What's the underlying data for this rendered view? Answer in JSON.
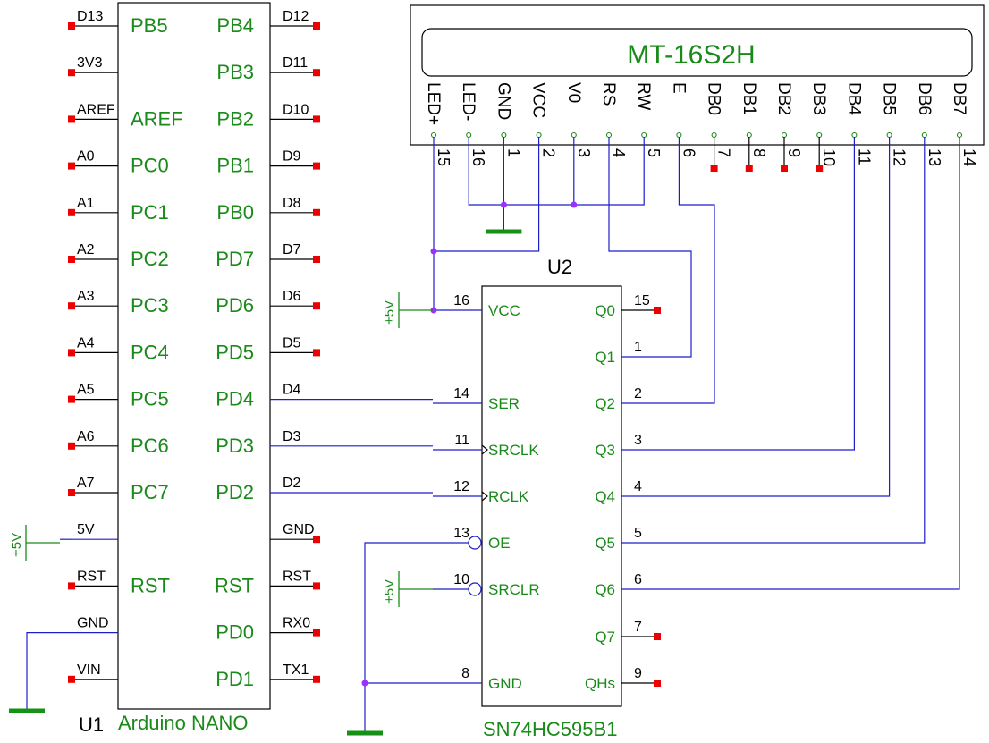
{
  "u1": {
    "ref": "U1",
    "value": "Arduino NANO",
    "left_pins": [
      {
        "net": "D13",
        "label": "PB5"
      },
      {
        "net": "3V3",
        "label": ""
      },
      {
        "net": "AREF",
        "label": "AREF"
      },
      {
        "net": "A0",
        "label": "PC0"
      },
      {
        "net": "A1",
        "label": "PC1"
      },
      {
        "net": "A2",
        "label": "PC2"
      },
      {
        "net": "A3",
        "label": "PC3"
      },
      {
        "net": "A4",
        "label": "PC4"
      },
      {
        "net": "A5",
        "label": "PC5"
      },
      {
        "net": "A6",
        "label": "PC6"
      },
      {
        "net": "A7",
        "label": "PC7"
      },
      {
        "net": "5V",
        "label": ""
      },
      {
        "net": "RST",
        "label": "RST"
      },
      {
        "net": "GND",
        "label": ""
      },
      {
        "net": "VIN",
        "label": ""
      }
    ],
    "right_pins": [
      {
        "net": "D12",
        "label": "PB4"
      },
      {
        "net": "D11",
        "label": "PB3"
      },
      {
        "net": "D10",
        "label": "PB2"
      },
      {
        "net": "D9",
        "label": "PB1"
      },
      {
        "net": "D8",
        "label": "PB0"
      },
      {
        "net": "D7",
        "label": "PD7"
      },
      {
        "net": "D6",
        "label": "PD6"
      },
      {
        "net": "D5",
        "label": "PD5"
      },
      {
        "net": "D4",
        "label": "PD4"
      },
      {
        "net": "D3",
        "label": "PD3"
      },
      {
        "net": "D2",
        "label": "PD2"
      },
      {
        "net": "GND",
        "label": ""
      },
      {
        "net": "RST",
        "label": "RST"
      },
      {
        "net": "RX0",
        "label": "PD0"
      },
      {
        "net": "TX1",
        "label": "PD1"
      }
    ]
  },
  "u2": {
    "ref": "U2",
    "value": "SN74HC595B1",
    "left_pins": [
      {
        "num": "16",
        "label": "VCC"
      },
      {
        "num": "14",
        "label": "SER"
      },
      {
        "num": "11",
        "label": "SRCLK"
      },
      {
        "num": "12",
        "label": "RCLK"
      },
      {
        "num": "13",
        "label": "OE"
      },
      {
        "num": "10",
        "label": "SRCLR"
      },
      {
        "num": "8",
        "label": "GND"
      }
    ],
    "right_pins": [
      {
        "num": "15",
        "label": "Q0"
      },
      {
        "num": "1",
        "label": "Q1"
      },
      {
        "num": "2",
        "label": "Q2"
      },
      {
        "num": "3",
        "label": "Q3"
      },
      {
        "num": "4",
        "label": "Q4"
      },
      {
        "num": "5",
        "label": "Q5"
      },
      {
        "num": "6",
        "label": "Q6"
      },
      {
        "num": "7",
        "label": "Q7"
      },
      {
        "num": "9",
        "label": "QHs"
      }
    ]
  },
  "lcd": {
    "title": "MT-16S2H",
    "pins": [
      {
        "name": "LED+",
        "num": "15"
      },
      {
        "name": "LED-",
        "num": "16"
      },
      {
        "name": "GND",
        "num": "1"
      },
      {
        "name": "VCC",
        "num": "2"
      },
      {
        "name": "V0",
        "num": "3"
      },
      {
        "name": "RS",
        "num": "4"
      },
      {
        "name": "RW",
        "num": "5"
      },
      {
        "name": "E",
        "num": "6"
      },
      {
        "name": "DB0",
        "num": "7"
      },
      {
        "name": "DB1",
        "num": "8"
      },
      {
        "name": "DB2",
        "num": "9"
      },
      {
        "name": "DB3",
        "num": "10"
      },
      {
        "name": "DB4",
        "num": "11"
      },
      {
        "name": "DB5",
        "num": "12"
      },
      {
        "name": "DB6",
        "num": "13"
      },
      {
        "name": "DB7",
        "num": "14"
      }
    ]
  },
  "power": {
    "plus5v": "+5V"
  },
  "colors": {
    "wire": "#1e1ec8",
    "label": "#1a8a1a",
    "pad": "#ee0000",
    "junction": "#9b30ff",
    "ground": "#169116"
  }
}
